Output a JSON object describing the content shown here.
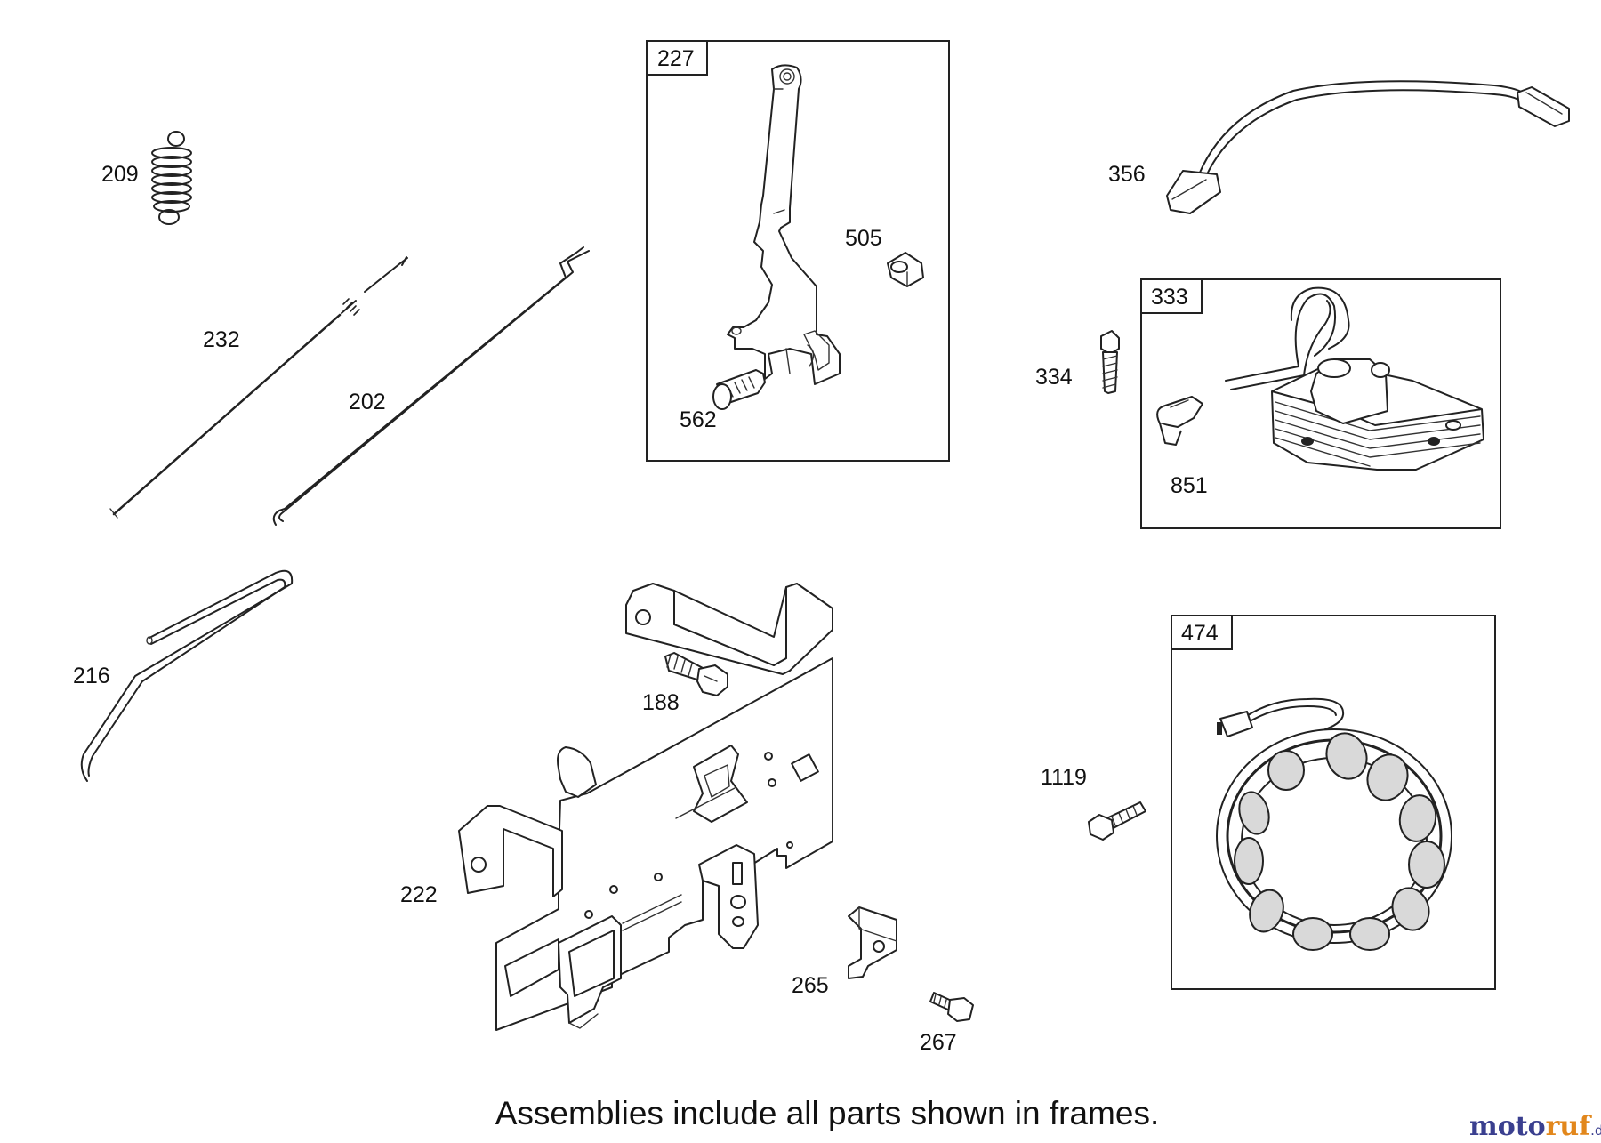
{
  "callouts": {
    "p209": "209",
    "p232": "232",
    "p202": "202",
    "p216": "216",
    "p227": "227",
    "p505": "505",
    "p562": "562",
    "p356": "356",
    "p333": "333",
    "p334": "334",
    "p851": "851",
    "p188": "188",
    "p222": "222",
    "p265": "265",
    "p267": "267",
    "p1119": "1119",
    "p474": "474"
  },
  "caption": "Assemblies include all parts shown in frames.",
  "watermark": {
    "part1": "moto",
    "part2": "ruf",
    "suffix": ".de",
    "color_primary": "#3a3f8f",
    "color_accent": "#e2871c"
  }
}
